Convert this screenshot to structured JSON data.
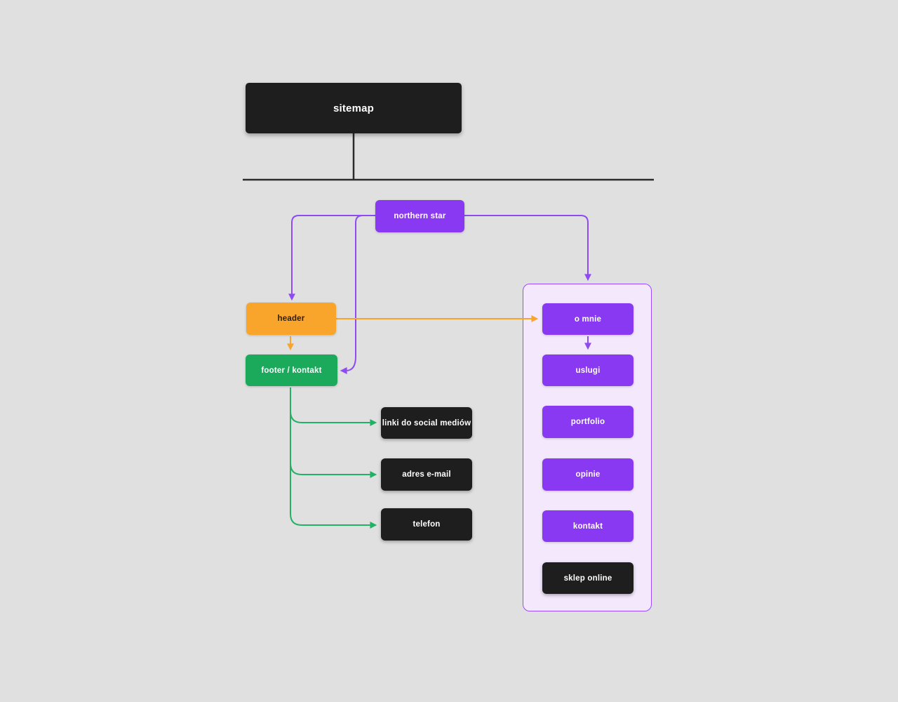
{
  "diagram": {
    "title": "sitemap",
    "kind": "website-sitemap-flow"
  },
  "nodes": {
    "root": {
      "label": "sitemap"
    },
    "northern": {
      "label": "northern star"
    },
    "header": {
      "label": "header"
    },
    "footer": {
      "label": "footer / kontakt"
    },
    "social": {
      "label": "linki do social mediów"
    },
    "email": {
      "label": "adres e-mail"
    },
    "phone": {
      "label": "telefon"
    },
    "o_mnie": {
      "label": "o mnie"
    },
    "uslugi": {
      "label": "uslugi"
    },
    "portfolio": {
      "label": "portfolio"
    },
    "opinie": {
      "label": "opinie"
    },
    "kontakt": {
      "label": "kontakt"
    },
    "sklep": {
      "label": "sklep online"
    }
  },
  "connections": [
    {
      "from": "sitemap",
      "to": "tree-rail",
      "color": "black"
    },
    {
      "from": "northern star",
      "to": "header",
      "color": "purple"
    },
    {
      "from": "northern star",
      "to": "footer / kontakt",
      "color": "purple"
    },
    {
      "from": "northern star",
      "to": "subpages-panel",
      "color": "purple"
    },
    {
      "from": "header",
      "to": "footer / kontakt",
      "color": "orange"
    },
    {
      "from": "header",
      "to": "o mnie",
      "color": "orange"
    },
    {
      "from": "o mnie",
      "to": "uslugi",
      "color": "purple"
    },
    {
      "from": "footer / kontakt",
      "to": "linki do social mediów",
      "color": "green"
    },
    {
      "from": "footer / kontakt",
      "to": "adres e-mail",
      "color": "green"
    },
    {
      "from": "footer / kontakt",
      "to": "telefon",
      "color": "green"
    }
  ],
  "colors": {
    "background": "#e0e0e0",
    "dark_node": "#1e1e1e",
    "purple_node": "#8a39f2",
    "orange_node": "#f9a42b",
    "green_node": "#1ba95c",
    "panel_fill": "#f3e8fc",
    "panel_border": "#9a4bff",
    "wire_black": "#2b2b2b",
    "wire_purple": "#8f4bf2",
    "wire_orange": "#f9a42b",
    "wire_green": "#22b266"
  }
}
